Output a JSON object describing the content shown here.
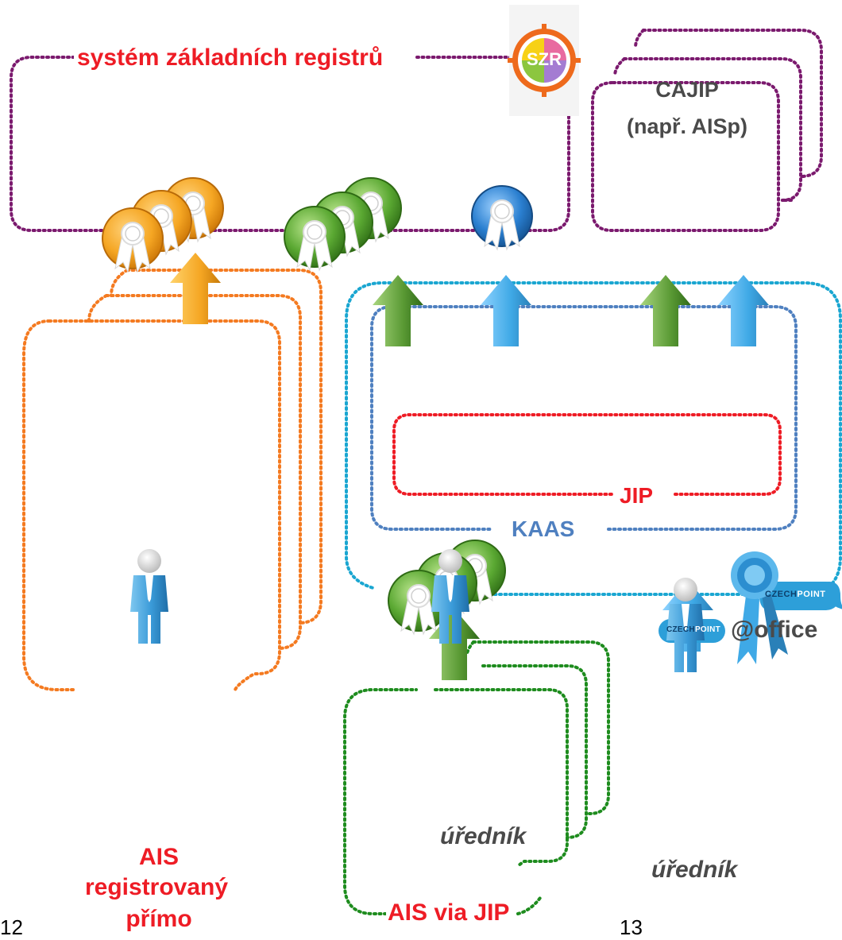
{
  "szr": {
    "title": "systém základních registrů",
    "logo_text": "SZR"
  },
  "cajip": {
    "line1": "CAJIP",
    "line2": "(např. AISp)"
  },
  "jip": {
    "label": "JIP"
  },
  "kaas": {
    "label": "KAAS"
  },
  "ais_direct": {
    "line1": "AIS",
    "line2": "registrovaný",
    "line3": "přímo"
  },
  "ais_jip": {
    "label": "AIS via JIP"
  },
  "official_left": {
    "label": "úředník"
  },
  "official_right": {
    "label": "úředník"
  },
  "office": {
    "label": "@office"
  },
  "czechpoint": {
    "part1": "CZECH",
    "part2": "POINT"
  },
  "page_numbers": {
    "left": "12",
    "right": "13"
  },
  "colors": {
    "purple": "#7b1a6e",
    "orange": "#f47a20",
    "cyan": "#1aa6d1",
    "steel_blue": "#4f80c0",
    "red": "#ee1c25",
    "green": "#1e8c1e",
    "badge_orange": "#f5a623",
    "badge_green": "#5aa832",
    "badge_blue": "#2a7fd0",
    "arrow_blue": "#3fa9e6",
    "arrow_green": "#5a9a34"
  }
}
